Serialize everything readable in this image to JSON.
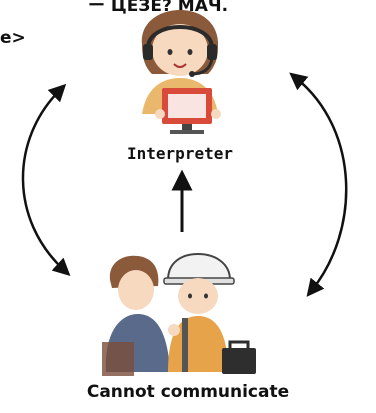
{
  "diagram": {
    "top_text_fragment": "ー ЦЕЗЕ? МАЧ.",
    "left_text_fragment": "e>",
    "nodes": [
      {
        "id": "interpreter",
        "label": "Interpreter",
        "illustration": "interpreter-with-headset-at-computer"
      },
      {
        "id": "cannot-communicate",
        "label": "Cannot communicate",
        "illustration": "patient-and-construction-worker"
      }
    ],
    "edges": [
      {
        "from": "cannot-communicate",
        "to": "interpreter",
        "style": "straight-arrow"
      },
      {
        "from": "interpreter",
        "to": "cannot-communicate",
        "style": "curved-double-arrow",
        "side": "left"
      },
      {
        "from": "interpreter",
        "to": "cannot-communicate",
        "style": "curved-double-arrow",
        "side": "right"
      }
    ],
    "colors": {
      "skin": "#f6d9bf",
      "headset": "#2b2b2b",
      "hair_brown": "#8a5a3a",
      "screen_red": "#d84a3a",
      "helmet": "#f2f2f2",
      "arrow": "#111111"
    }
  }
}
